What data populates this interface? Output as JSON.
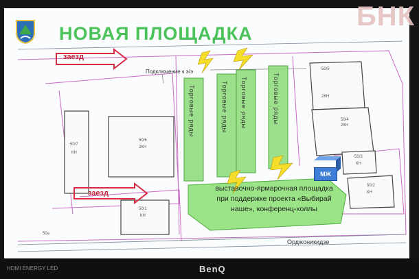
{
  "brand": "БНК",
  "slide": {
    "title": "НОВАЯ ПЛОЩАДКА",
    "entry_label": "заезд",
    "connection_label": "Подключение к э/э",
    "trade_row_text": "Торговые ряды",
    "mzh_label": "МЖ",
    "fair_text": "выставочно-ярмарочная площадка при поддержке проекта «Выбирай наше», конференц-холлы",
    "street": "Орджоникидзе",
    "map_labels": [
      "50/5",
      "2КН",
      "50/4",
      "2КН",
      "50/6",
      "2КН",
      "50/7",
      "КН",
      "50/2",
      "КН",
      "50/1",
      "КН",
      "50/3",
      "КН",
      "50а"
    ]
  },
  "monitor": {
    "brand": "BenQ",
    "hdmi_text": "HDMI ENERGY LED"
  },
  "colors": {
    "title_green": "#4cc35a",
    "row_green": "#7bd86a",
    "arrow_red": "#d92a43",
    "bolt_yellow": "#f6dd2a",
    "mzh_blue": "#3f7fd8"
  }
}
